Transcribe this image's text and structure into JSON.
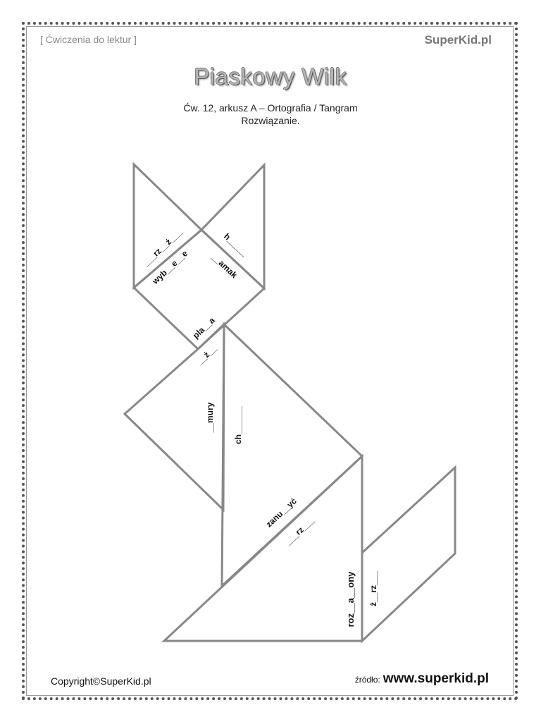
{
  "header": {
    "left_label": "[ Ćwiczenia do lektur ]",
    "brand": "SuperKid.pl"
  },
  "title": "Piaskowy Wilk",
  "subtitle": {
    "line1": "Ćw. 12, arkusz A – Ortografia / Tangram",
    "line2": "Rozwiązanie."
  },
  "tangram_words": {
    "rz_z": "___rz__ż___",
    "h": "h_____",
    "wyb": "wyb__e__e",
    "amak": "__amak",
    "pla": "pla__a",
    "z_short": "__ż__",
    "mury": "__mury",
    "ch": "ch______",
    "zanu": "zanu__yć",
    "rz_short": "___rz___",
    "roz": "roz__a__ony",
    "z_rz": "ż__rz___"
  },
  "footer": {
    "copyright": "Copyright©SuperKid.pl",
    "source_label": "źródło:",
    "url": "www.superkid.pl"
  }
}
